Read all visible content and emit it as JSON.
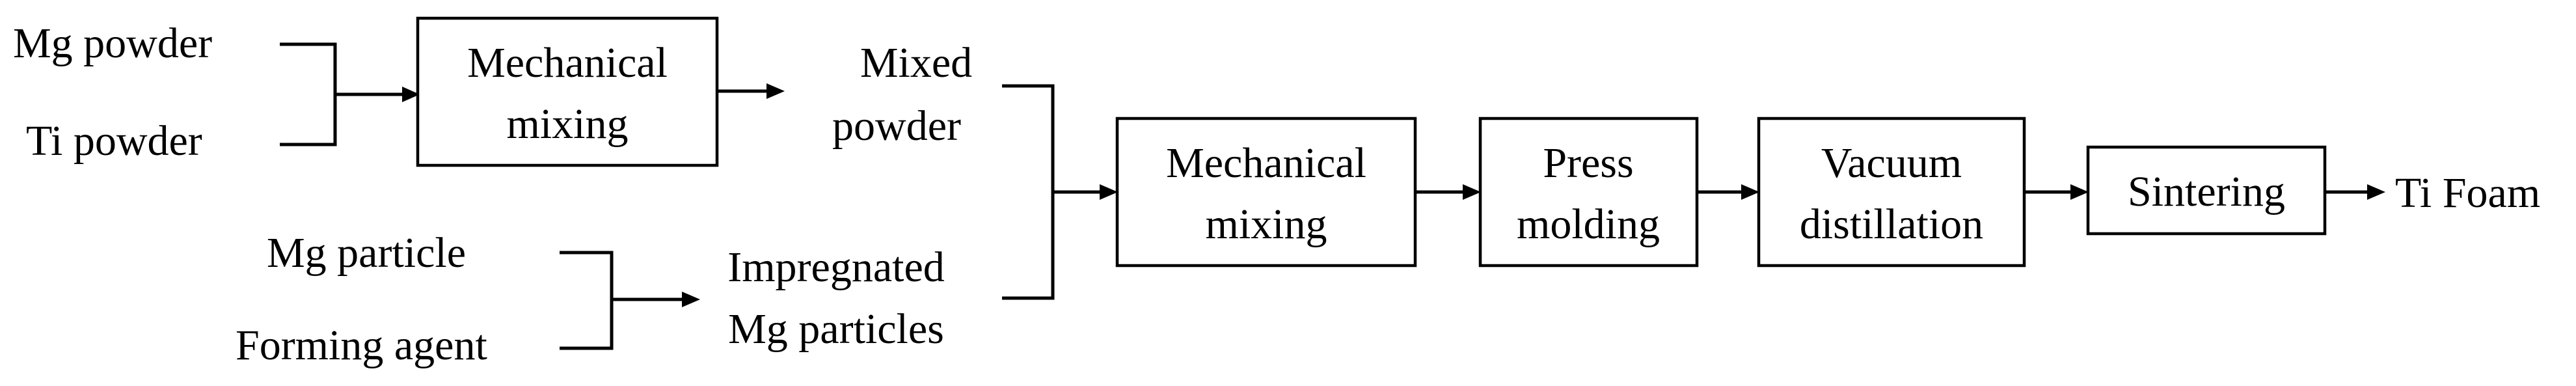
{
  "inputs": {
    "mg_powder": "Mg powder",
    "ti_powder": "Ti  powder",
    "mg_particle": "Mg particle",
    "forming_agent": "Forming agent"
  },
  "steps": {
    "mixing_1": [
      "Mechanical",
      "mixing"
    ],
    "mixing_2": [
      "Mechanical",
      "mixing"
    ],
    "press_molding": [
      "Press",
      "molding"
    ],
    "vacuum_distillation": [
      "Vacuum",
      "distillation"
    ],
    "sintering": "Sintering"
  },
  "intermediates": {
    "mixed_powder": [
      "Mixed",
      "powder"
    ],
    "impregnated_mg": [
      "Impregnated",
      "Mg particles"
    ]
  },
  "output": "Ti Foam"
}
